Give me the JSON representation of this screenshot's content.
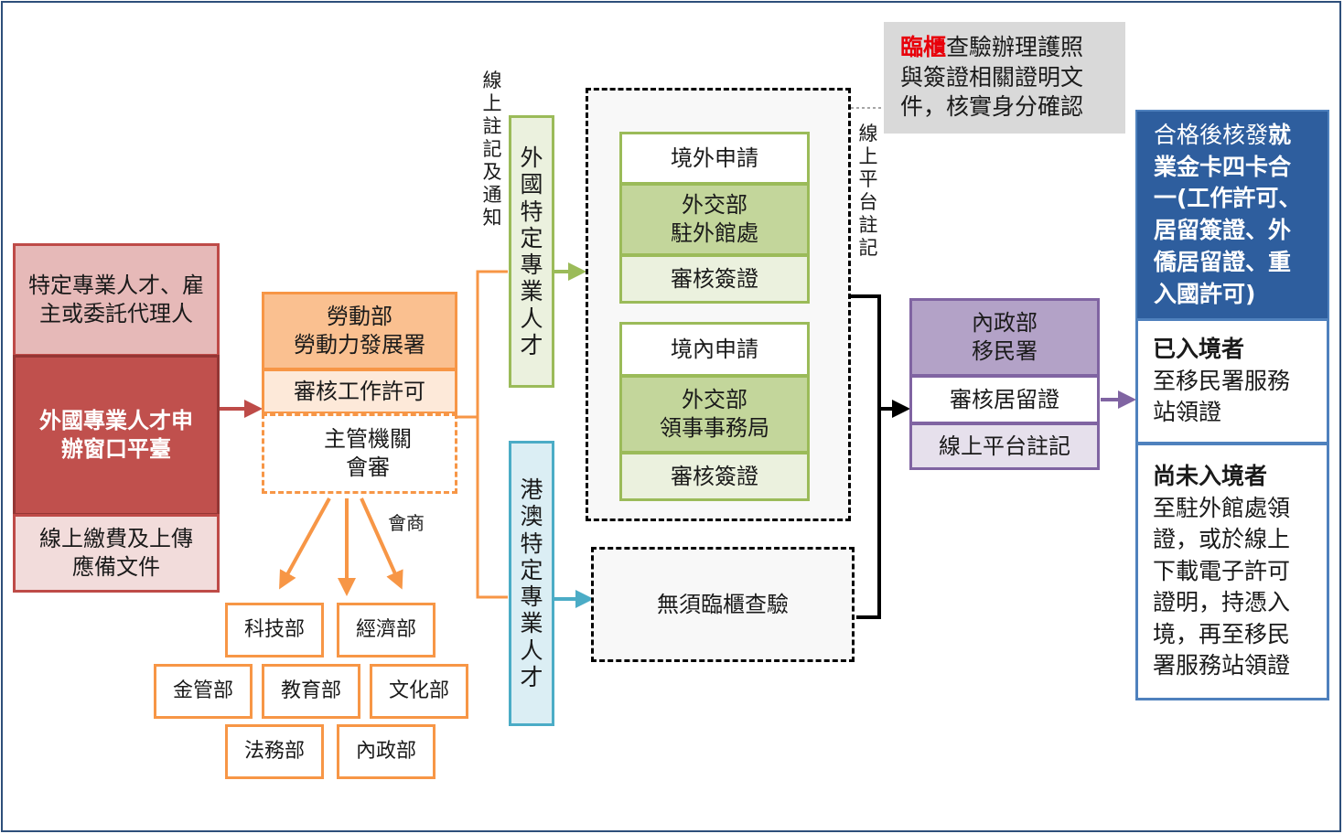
{
  "colors": {
    "red_border": "#be4b48",
    "red_fill_light": "#e6b9b8",
    "red_fill_dark": "#c0504d",
    "red_fill_pale": "#f2dcdb",
    "orange": "#f79646",
    "orange_fill": "#fac090",
    "orange_fill_pale": "#fde9d9",
    "green": "#9bbb59",
    "green_fill": "#c3d69b",
    "green_fill_pale": "#ebf1de",
    "blue_accent": "#4bacc6",
    "blue_fill_pale": "#dbeef4",
    "purple": "#8064a2",
    "purple_fill": "#b3a2c7",
    "purple_fill_pale": "#e6e0ec",
    "navy": "#4f81bd",
    "navy_fill": "#2e5e9e",
    "gray_fill": "#d9d9d9",
    "frame": "#2e4f7a"
  },
  "applicant": {
    "top": "特定專業人才、雇主或委託代理人",
    "middle": "外國專業人才申辦窗口平臺",
    "bottom": "線上繳費及上傳應備文件"
  },
  "labor": {
    "title_line1": "勞動部",
    "title_line2": "勞動力發展署",
    "permit": "審核工作許可",
    "agency_line1": "主管機關",
    "agency_line2": "會審",
    "consult": "會商"
  },
  "ministries": [
    "科技部",
    "經濟部",
    "金管部",
    "教育部",
    "文化部",
    "法務部",
    "內政部"
  ],
  "online_notice": "線上註記及通知",
  "foreign_talent": "外國特定專業人才",
  "hk_macau_talent": "港澳特定專業人才",
  "mofa": {
    "abroad_apply": "境外申請",
    "embassy_line1": "外交部",
    "embassy_line2": "駐外館處",
    "visa_review_1": "審核簽證",
    "domestic_apply": "境內申請",
    "bca_line1": "外交部",
    "bca_line2": "領事事務局",
    "visa_review_2": "審核簽證"
  },
  "no_counter": "無須臨櫃查驗",
  "counter_note": {
    "highlight": "臨櫃",
    "text_1": "查驗辦理護照",
    "text_2": "與簽證相關證明文",
    "text_3": "件，核實身分確認"
  },
  "online_platform_label": "線上平台註記",
  "immigration": {
    "title_line1": "內政部",
    "title_line2": "移民署",
    "residence_review": "審核居留證",
    "platform_register": "線上平台註記"
  },
  "gold_card": {
    "intro": "合格後核發",
    "bold_1": "就",
    "bold_2": "業金卡四卡合",
    "bold_3": "一(工作許可、",
    "bold_4": "居留簽證、外",
    "bold_5": "僑居留證、重",
    "bold_6": "入國許可)"
  },
  "entered": {
    "title": "已入境者",
    "line1": "至移民署服務",
    "line2": "站領證"
  },
  "not_entered": {
    "title": "尚未入境者",
    "line1": "至駐外館處領",
    "line2": "證，或於線上",
    "line3": "下載電子許可",
    "line4": "證明，持憑入",
    "line5": "境，再至移民",
    "line6": "署服務站領證"
  }
}
